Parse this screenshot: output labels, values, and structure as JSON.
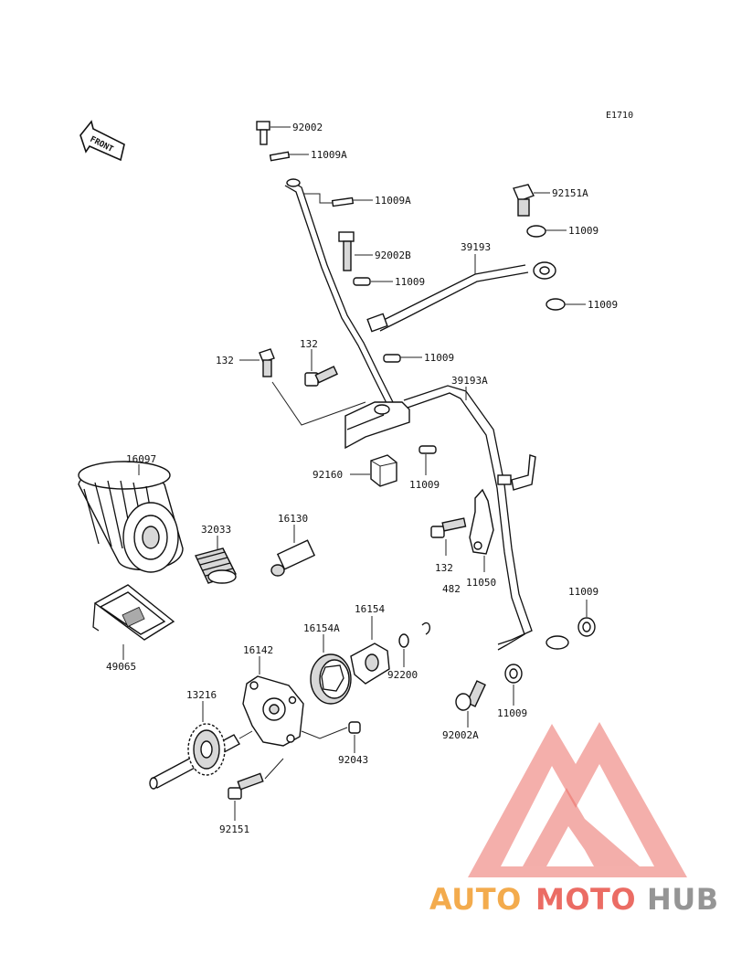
{
  "diagram_code": "E1710",
  "front_label": "FRONT",
  "colors": {
    "line": "#222222",
    "watermark_red": "#e8534a",
    "watermark_orange": "#f2a23a",
    "watermark_gray": "#8a8a8a"
  },
  "watermark": {
    "part1": "AUTO",
    "part2": "MOTO",
    "part3": "HUB"
  },
  "callouts": [
    {
      "id": "c-92002-top",
      "text": "92002"
    },
    {
      "id": "c-11009A-1",
      "text": "11009A"
    },
    {
      "id": "c-11009A-2",
      "text": "11009A"
    },
    {
      "id": "c-92151A",
      "text": "92151A"
    },
    {
      "id": "c-11009-1",
      "text": "11009"
    },
    {
      "id": "c-92002B",
      "text": "92002B"
    },
    {
      "id": "c-39193",
      "text": "39193"
    },
    {
      "id": "c-11009-2",
      "text": "11009"
    },
    {
      "id": "c-11009-3",
      "text": "11009"
    },
    {
      "id": "c-132-1",
      "text": "132"
    },
    {
      "id": "c-132-2",
      "text": "132"
    },
    {
      "id": "c-11009-4",
      "text": "11009"
    },
    {
      "id": "c-39193A",
      "text": "39193A"
    },
    {
      "id": "c-16097",
      "text": "16097"
    },
    {
      "id": "c-92160",
      "text": "92160"
    },
    {
      "id": "c-11009-5",
      "text": "11009"
    },
    {
      "id": "c-32033",
      "text": "32033"
    },
    {
      "id": "c-16130",
      "text": "16130"
    },
    {
      "id": "c-132-3",
      "text": "132"
    },
    {
      "id": "c-482",
      "text": "482"
    },
    {
      "id": "c-11050",
      "text": "11050"
    },
    {
      "id": "c-11009-6",
      "text": "11009"
    },
    {
      "id": "c-49065",
      "text": "49065"
    },
    {
      "id": "c-16154",
      "text": "16154"
    },
    {
      "id": "c-16154A",
      "text": "16154A"
    },
    {
      "id": "c-16142",
      "text": "16142"
    },
    {
      "id": "c-92200",
      "text": "92200"
    },
    {
      "id": "c-11009-7",
      "text": "11009"
    },
    {
      "id": "c-13216",
      "text": "13216"
    },
    {
      "id": "c-92002A",
      "text": "92002A"
    },
    {
      "id": "c-92043",
      "text": "92043"
    },
    {
      "id": "c-92151",
      "text": "92151"
    }
  ]
}
